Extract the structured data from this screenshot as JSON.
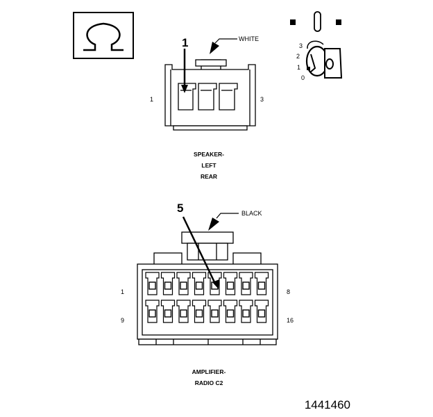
{
  "figure_number": "1441460",
  "connector_top": {
    "color_label": "WHITE",
    "callout_number": "1",
    "pin_left": "1",
    "pin_right": "3",
    "caption_line1": "SPEAKER-",
    "caption_line2": "LEFT",
    "caption_line3": "REAR"
  },
  "connector_bottom": {
    "color_label": "BLACK",
    "callout_number": "5",
    "pin_top_left": "1",
    "pin_top_right": "8",
    "pin_bottom_left": "9",
    "pin_bottom_right": "16",
    "caption_line1": "AMPLIFIER-",
    "caption_line2": "RADIO C2"
  },
  "key_switch": {
    "positions": [
      "3",
      "2",
      "1",
      "0"
    ]
  },
  "icons": {
    "omega_symbol": "omega-icon",
    "ignition_key": "ignition-key-icon"
  }
}
